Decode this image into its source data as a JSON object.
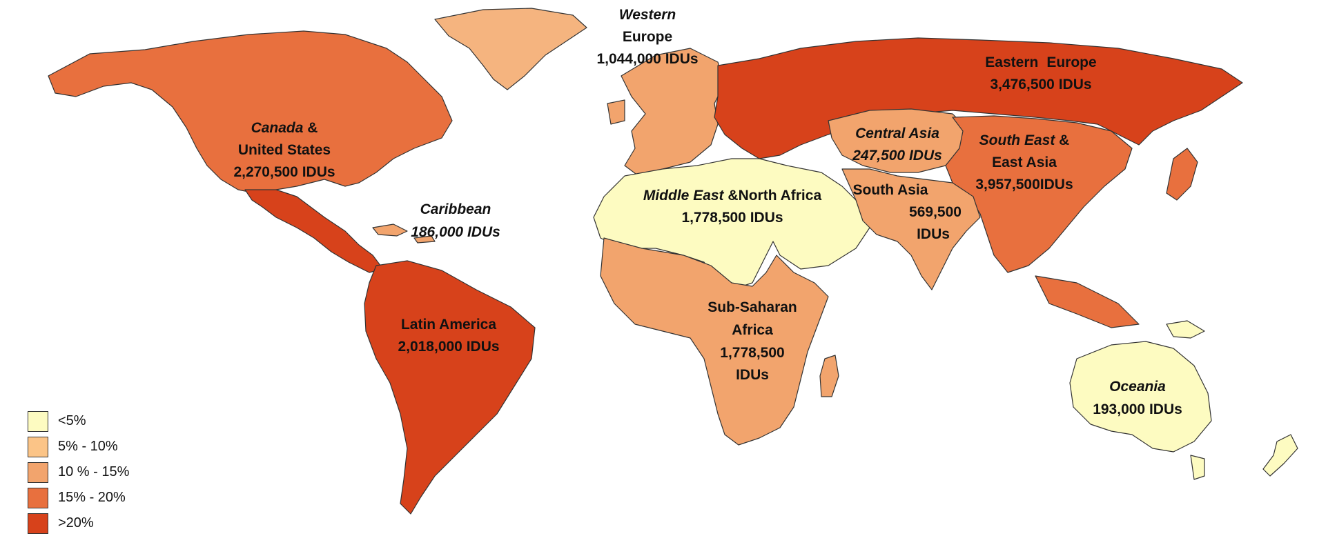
{
  "colors": {
    "lt5": "#fdfbc1",
    "p5_10": "#fbc487",
    "p10_15": "#f2a46d",
    "p15_20": "#e8703e",
    "gt20": "#d7421b",
    "greenland": "#f5b47f"
  },
  "legend": [
    {
      "label": "<5%",
      "color": "#fdfbc1"
    },
    {
      "label": "5% - 10%",
      "color": "#fbc487"
    },
    {
      "label": "10 % - 15%",
      "color": "#f2a46d"
    },
    {
      "label": "15% - 20%",
      "color": "#e8703e"
    },
    {
      "label": ">20%",
      "color": "#d7421b"
    }
  ],
  "regions": {
    "western_europe": {
      "name_line1": "Western",
      "name_line2": "Europe",
      "value": "1,044,000 IDUs",
      "category": "10 % - 15%"
    },
    "eastern_europe": {
      "name_a": "Eastern",
      "name_b": "Europe",
      "value": "3,476,500 IDUs",
      "category": ">20%"
    },
    "north_america": {
      "name_a": "Canada",
      "name_b": " &",
      "name_line2": "United States",
      "value": "2,270,500 IDUs",
      "category": "15% - 20%"
    },
    "caribbean": {
      "name": "Caribbean",
      "value": "186,000 IDUs",
      "category": "10 % - 15%"
    },
    "central_asia": {
      "name": "Central Asia",
      "value": "247,500 IDUs",
      "category": "10 % - 15%"
    },
    "south_east_asia": {
      "name_a": "South East",
      "name_b": " &",
      "name_line2": "East Asia",
      "value": "3,957,500IDUs",
      "category": "15% - 20%"
    },
    "middle_east": {
      "name_a": "Middle East",
      "name_b": " &North Africa",
      "value": "1,778,500 IDUs",
      "category": "<5%"
    },
    "south_asia": {
      "name": "South Asia",
      "value_line1": "569,500",
      "value_line2": "IDUs",
      "category": "10 % - 15%"
    },
    "latin_america": {
      "name": "Latin America",
      "value": "2,018,000 IDUs",
      "category": ">20%"
    },
    "sub_saharan_africa": {
      "name_line1": "Sub-Saharan",
      "name_line2": "Africa",
      "value_line1": "1,778,500",
      "value_line2": "IDUs",
      "category": "10 % - 15%"
    },
    "oceania": {
      "name": "Oceania",
      "value": "193,000 IDUs",
      "category": "<5%"
    }
  }
}
